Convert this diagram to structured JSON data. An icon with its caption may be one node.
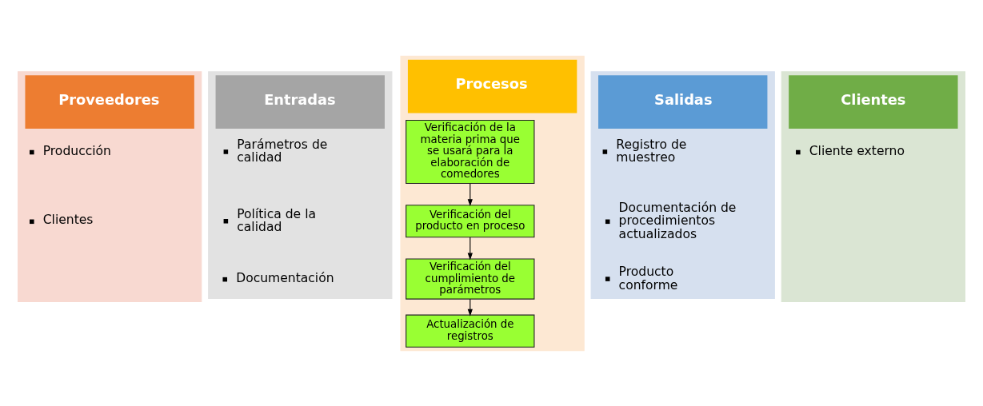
{
  "diagram": {
    "nodes": [
      {
        "text": [
          "Proveedores",
          "Producción",
          "Clientes"
        ]
      },
      {
        "text": [
          "Entradas",
          "Parámetros de calidad",
          "Política de la calidad",
          "Documentación"
        ]
      },
      {
        "text": [
          "Procesos"
        ]
      },
      {
        "text": [
          "Salidas",
          "Registro de muestreo",
          "Documentación de procedimientos actualizados",
          "Producto conforme"
        ]
      },
      {
        "text": [
          "Clientes",
          "Cliente externo"
        ]
      },
      {
        "text": [
          "Verificación de la materia prima que se usará para la elaboración de comedores"
        ],
        "in": 2
      },
      {
        "text": [
          "Verificación del producto en proceso"
        ],
        "in": 2
      },
      {
        "text": [
          "Verificación del cumplimiento de parámetros"
        ],
        "in": 2
      },
      {
        "text": [
          "Actualización de registros"
        ],
        "in": 2
      }
    ],
    "edges": [
      {
        "from": 5,
        "to": 6,
        "arrow": "to"
      },
      {
        "from": 6,
        "to": 7,
        "arrow": "to"
      },
      {
        "from": 7,
        "to": 8,
        "arrow": "to"
      }
    ]
  }
}
